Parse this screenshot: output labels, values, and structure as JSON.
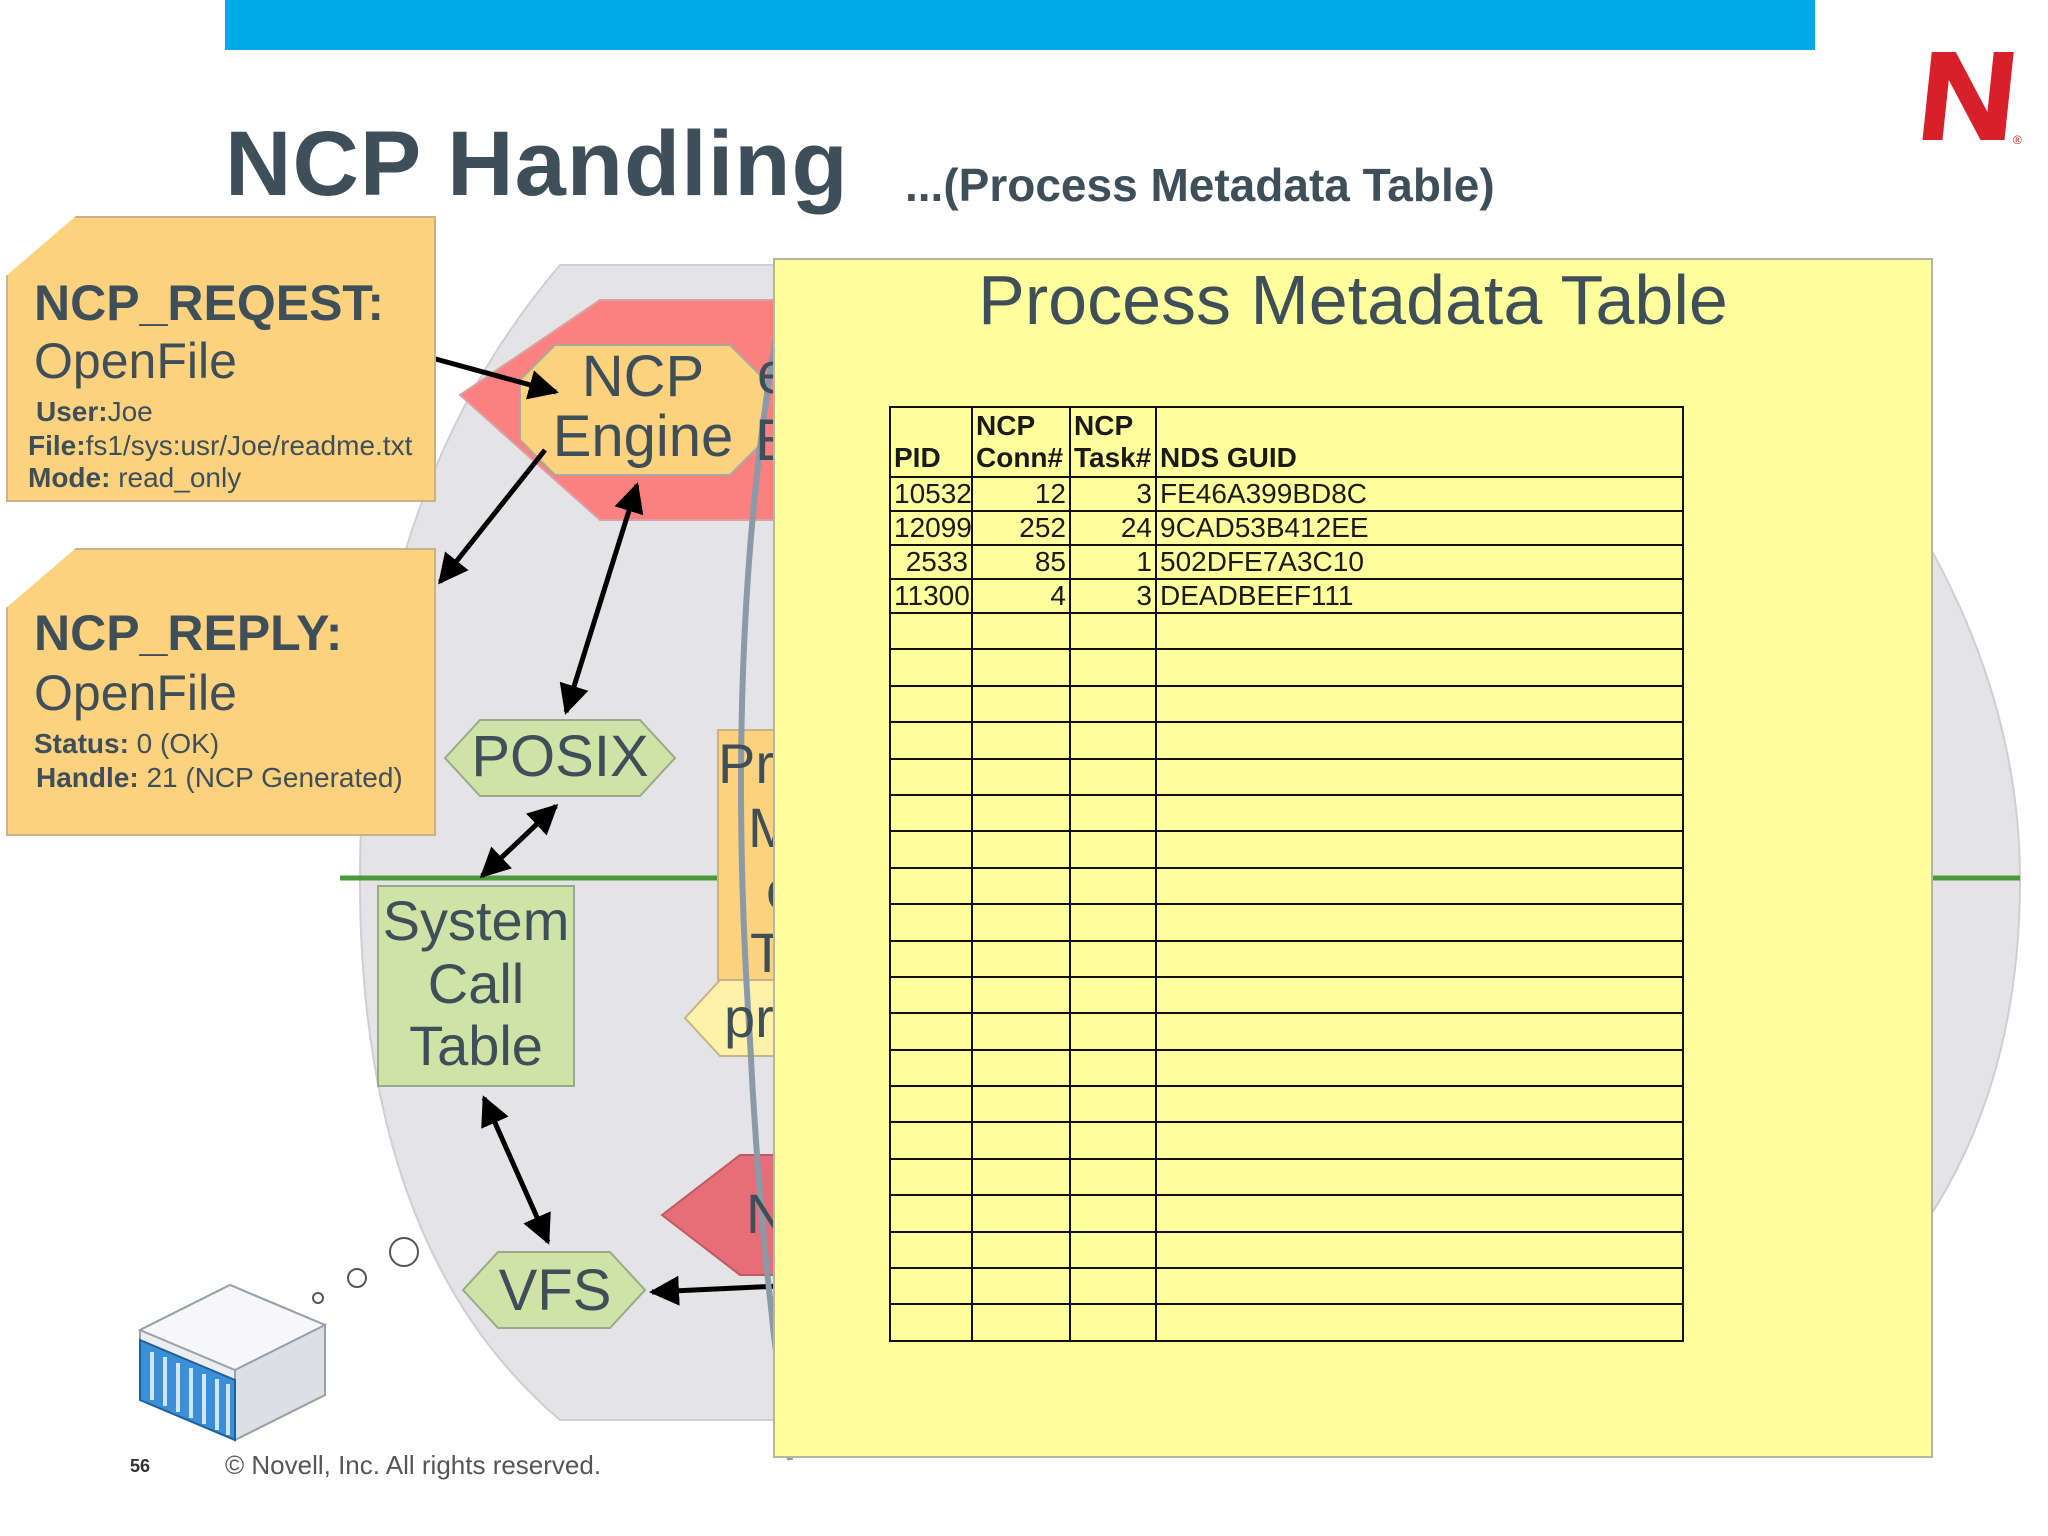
{
  "header": {
    "title": "NCP Handling",
    "subtitle": "...(Process Metadata Table)",
    "logo_letter": "N",
    "logo_mark": "®"
  },
  "request_note": {
    "heading": "NCP_REQEST:",
    "operation": "OpenFile",
    "user_label": "User:",
    "user_value": "Joe",
    "file_label": "File:",
    "file_value": "fs1/sys:usr/Joe/readme.txt",
    "mode_label": "Mode:",
    "mode_value": " read_only"
  },
  "reply_note": {
    "heading": "NCP_REPLY:",
    "operation": "OpenFile",
    "status_label": "Status:",
    "status_value": " 0  (OK)",
    "handle_label": "Handle:",
    "handle_value": " 21 (NCP Generated)"
  },
  "diagram": {
    "ncp_engine_line1": "NCP",
    "ncp_engine_line2": "Engine",
    "posix": "POSIX",
    "syscall_line1": "System",
    "syscall_line2": "Call",
    "syscall_line3": "Table",
    "vfs": "VFS",
    "partial_e": "e",
    "partial_E": "E",
    "partial_pr": "Pr",
    "partial_m": "M",
    "partial_c": "c",
    "partial_t": "T",
    "partial_pr2": "pr",
    "partial_n": "N"
  },
  "panel": {
    "title": "Process Metadata Table",
    "columns": [
      {
        "line1": "",
        "line2": "PID"
      },
      {
        "line1": "NCP",
        "line2": "Conn#"
      },
      {
        "line1": "NCP",
        "line2": "Task#"
      },
      {
        "line1": "",
        "line2": "NDS GUID"
      }
    ],
    "rows": [
      [
        "10532",
        "12",
        "3",
        "FE46A399BD8C"
      ],
      [
        "12099",
        "252",
        "24",
        "9CAD53B412EE"
      ],
      [
        "2533",
        "85",
        "1",
        "502DFE7A3C10"
      ],
      [
        "11300",
        "4",
        "3",
        "DEADBEEF111"
      ]
    ],
    "empty_row_count": 20
  },
  "footer": {
    "page_number": "56",
    "copyright": "©  Novell, Inc.  All rights reserved."
  },
  "colors": {
    "top_bar": "#00a9e8",
    "logo_red": "#d6212a",
    "note_fill": "#fdd27f",
    "green_box": "#cfe3a6",
    "red_hex": "#fc8080",
    "panel_fill": "#ffff9e"
  }
}
